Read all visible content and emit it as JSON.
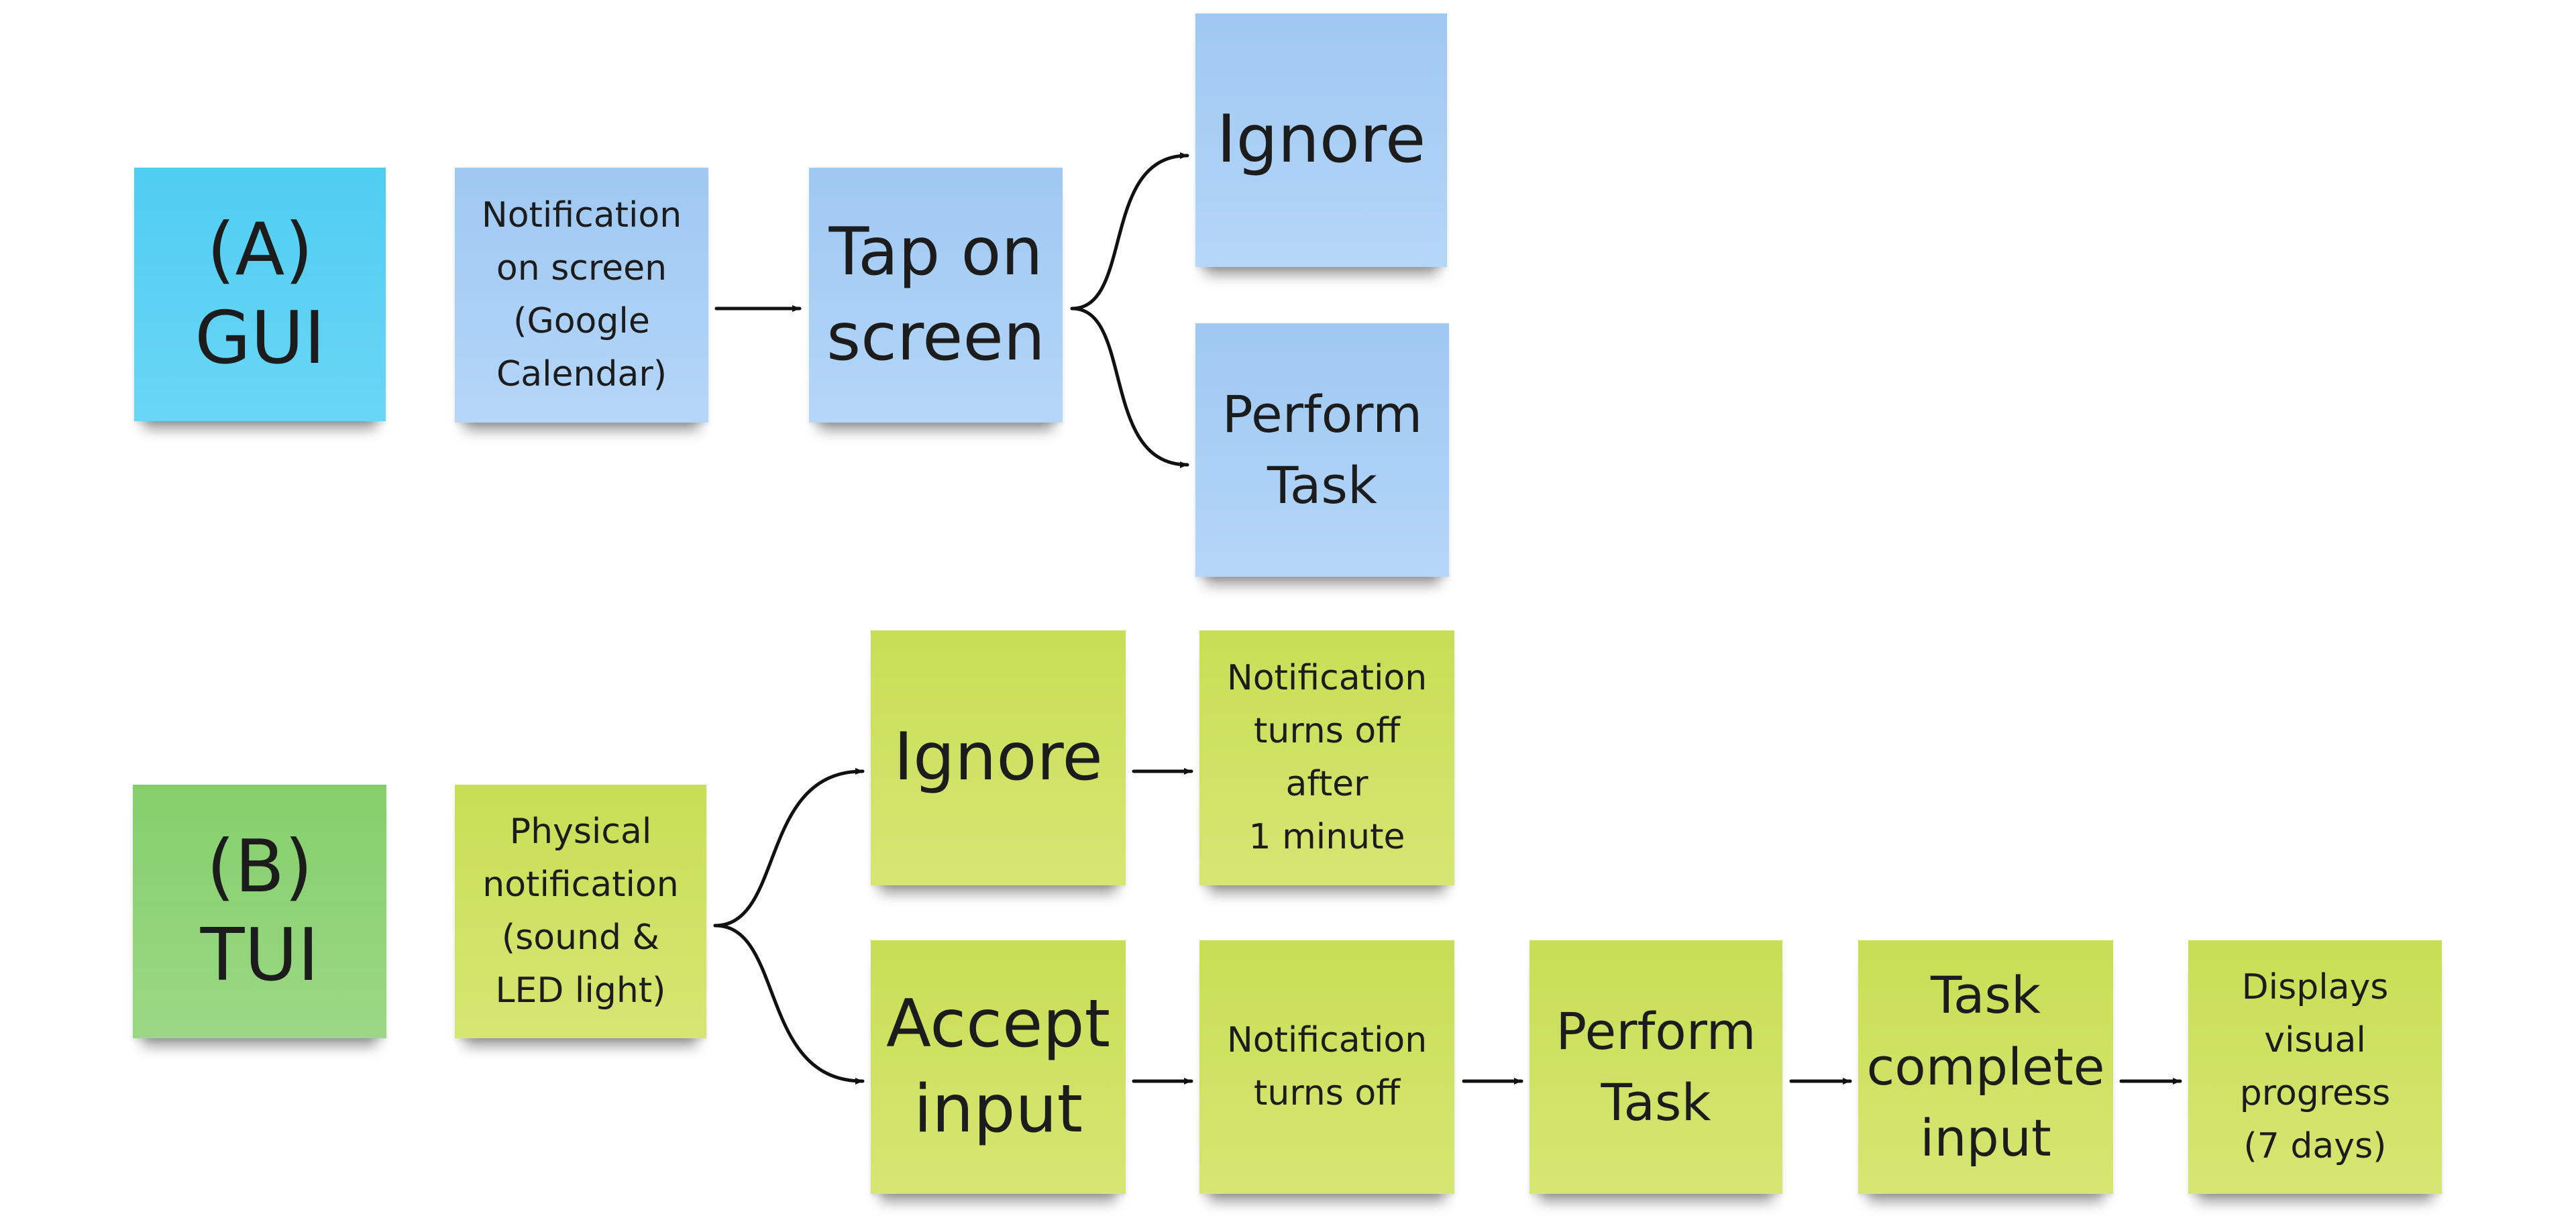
{
  "rows": {
    "gui": {
      "label_note": "(A)\nGUI",
      "trigger_note": "Notification\non screen\n(Google\nCalendar)",
      "action_note": "Tap on\nscreen",
      "outcome_ignore": "Ignore",
      "outcome_perform": "Perform\nTask"
    },
    "tui": {
      "label_note": "(B)\nTUI",
      "trigger_note": "Physical\nnotification\n(sound &\nLED light)",
      "ignore_note": "Ignore",
      "ignore_result": "Notification\nturns off\nafter\n1 minute",
      "accept_note": "Accept\ninput",
      "accept_result": "Notification\nturns off",
      "perform_note": "Perform\nTask",
      "complete_note": "Task\ncomplete\ninput",
      "progress_note": "Displays\nvisual\nprogress\n(7 days)"
    }
  },
  "colors": {
    "gui_label": "#5fd2f4",
    "gui_note": "#a9cff5",
    "tui_label": "#8fd478",
    "tui_note": "#cfe264",
    "arrow": "#111111"
  }
}
